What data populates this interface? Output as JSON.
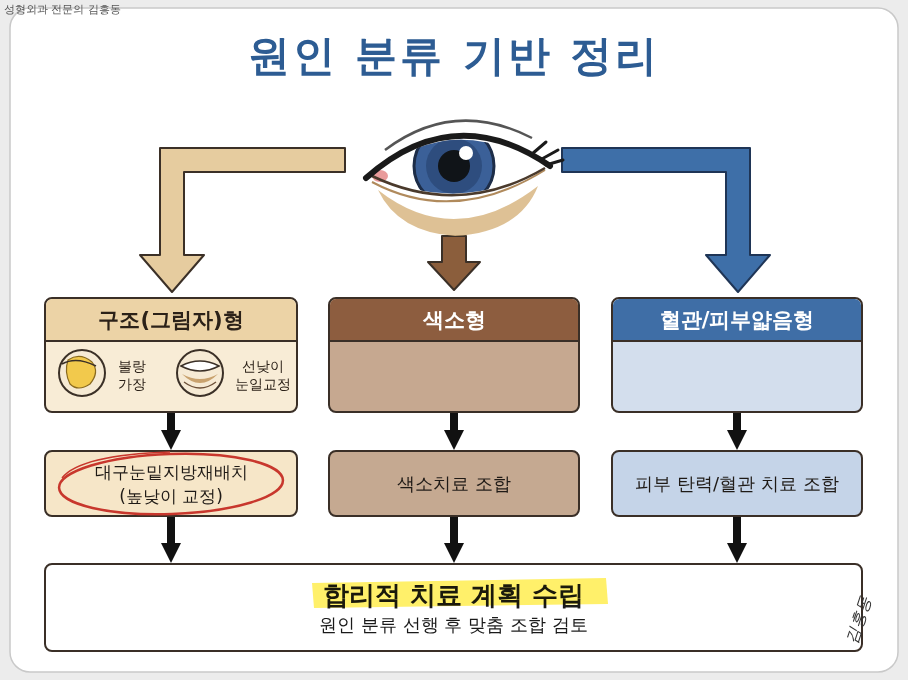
{
  "diagram": {
    "title": "원인 분류 기반 정리",
    "nodes": [
      {
        "text": [
          "구조(그림자)형",
          "불랑 가장",
          "선낮이 눈일교정"
        ]
      },
      {
        "text": [
          "색소형"
        ]
      },
      {
        "text": [
          "혈관/피부얇음형"
        ]
      },
      {
        "text": [
          "대구눈밑지방재배치 (높낮이 교정)"
        ]
      },
      {
        "text": [
          "색소치료 조합"
        ]
      },
      {
        "text": [
          "피부 탄력/혈관 치료 조합"
        ]
      },
      {
        "text": [
          "합리적 치료 계획 수립",
          "원인 분류 선행 후 맞춤 조합 검토"
        ]
      }
    ],
    "edges": [
      {
        "from": 0,
        "to": 3,
        "arrow": "to"
      },
      {
        "from": 1,
        "to": 4,
        "arrow": "to"
      },
      {
        "from": 2,
        "to": 5,
        "arrow": "to"
      },
      {
        "from": 3,
        "to": 6,
        "arrow": "to"
      },
      {
        "from": 4,
        "to": 6,
        "arrow": "to"
      },
      {
        "from": 5,
        "to": 6,
        "arrow": "to"
      }
    ],
    "labels": [
      "성형외과 전문의 김흥동",
      "김흥동"
    ]
  }
}
